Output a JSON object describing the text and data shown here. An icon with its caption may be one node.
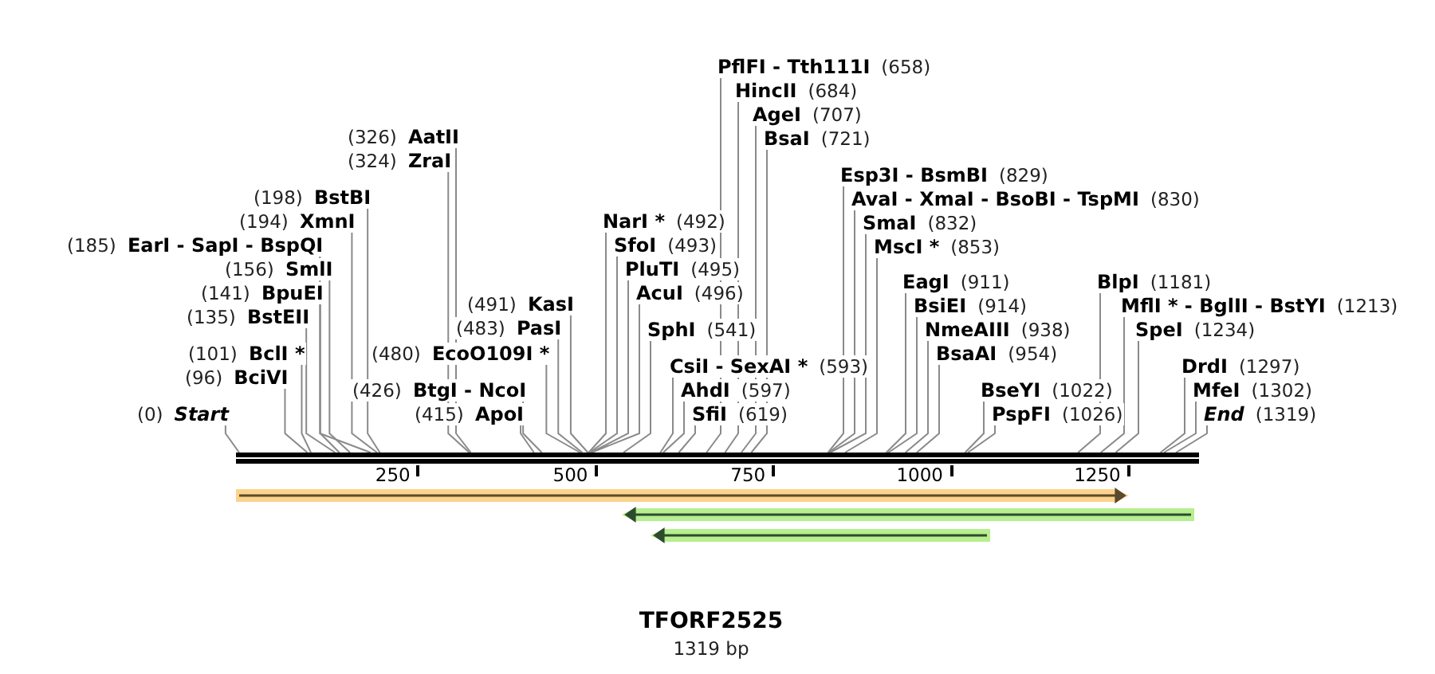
{
  "diagram": {
    "title": "TFORF2525",
    "caption": "1319 bp",
    "nodes": [
      {
        "text": [
          "(0)",
          "Start"
        ]
      },
      {
        "text": [
          "(96)",
          "BciVI"
        ]
      },
      {
        "text": [
          "(101)",
          "BclI *"
        ]
      },
      {
        "text": [
          "(135)",
          "BstEII"
        ]
      },
      {
        "text": [
          "(141)",
          "BpuEI"
        ]
      },
      {
        "text": [
          "(156)",
          "SmlI"
        ]
      },
      {
        "text": [
          "(185)",
          "EarI - SapI - BspQI"
        ]
      },
      {
        "text": [
          "(194)",
          "XmnI"
        ]
      },
      {
        "text": [
          "(198)",
          "BstBI"
        ]
      },
      {
        "text": [
          "(324)",
          "ZraI"
        ]
      },
      {
        "text": [
          "(326)",
          "AatII"
        ]
      },
      {
        "text": [
          "(415)",
          "ApoI"
        ]
      },
      {
        "text": [
          "(426)",
          "BtgI - NcoI"
        ]
      },
      {
        "text": [
          "(480)",
          "EcoO109I *"
        ]
      },
      {
        "text": [
          "(483)",
          "PasI"
        ]
      },
      {
        "text": [
          "(491)",
          "KasI"
        ]
      },
      {
        "text": [
          "NarI *",
          "(492)"
        ]
      },
      {
        "text": [
          "SfoI",
          "(493)"
        ]
      },
      {
        "text": [
          "PluTI",
          "(495)"
        ]
      },
      {
        "text": [
          "AcuI",
          "(496)"
        ]
      },
      {
        "text": [
          "SphI",
          "(541)"
        ]
      },
      {
        "text": [
          "CsiI - SexAI *",
          "(593)"
        ]
      },
      {
        "text": [
          "AhdI",
          "(597)"
        ]
      },
      {
        "text": [
          "SfiI",
          "(619)"
        ]
      },
      {
        "text": [
          "PflFI - Tth111I",
          "(658)"
        ]
      },
      {
        "text": [
          "HincII",
          "(684)"
        ]
      },
      {
        "text": [
          "AgeI",
          "(707)"
        ]
      },
      {
        "text": [
          "BsaI",
          "(721)"
        ]
      },
      {
        "text": [
          "Esp3I - BsmBI",
          "(829)"
        ]
      },
      {
        "text": [
          "AvaI - XmaI - BsoBI - TspMI",
          "(830)"
        ]
      },
      {
        "text": [
          "SmaI",
          "(832)"
        ]
      },
      {
        "text": [
          "MscI *",
          "(853)"
        ]
      },
      {
        "text": [
          "EagI",
          "(911)"
        ]
      },
      {
        "text": [
          "BsiEI",
          "(914)"
        ]
      },
      {
        "text": [
          "NmeAIII",
          "(938)"
        ]
      },
      {
        "text": [
          "BsaAI",
          "(954)"
        ]
      },
      {
        "text": [
          "BseYI",
          "(1022)"
        ]
      },
      {
        "text": [
          "PspFI",
          "(1026)"
        ]
      },
      {
        "text": [
          "BlpI",
          "(1181)"
        ]
      },
      {
        "text": [
          "MflI * - BglII - BstYI",
          "(1213)"
        ]
      },
      {
        "text": [
          "SpeI",
          "(1234)"
        ]
      },
      {
        "text": [
          "DrdI",
          "(1297)"
        ]
      },
      {
        "text": [
          "MfeI",
          "(1302)"
        ]
      },
      {
        "text": [
          "End",
          "(1319)"
        ]
      },
      {
        "text": [],
        "shape": "bar"
      }
    ],
    "edges": [
      {
        "from": 0,
        "to": 44,
        "arrow": "none"
      },
      {
        "from": 1,
        "to": 44,
        "arrow": "none"
      },
      {
        "from": 2,
        "to": 44,
        "arrow": "none"
      },
      {
        "from": 3,
        "to": 44,
        "arrow": "none"
      },
      {
        "from": 4,
        "to": 44,
        "arrow": "none"
      },
      {
        "from": 5,
        "to": 44,
        "arrow": "none"
      },
      {
        "from": 6,
        "to": 44,
        "arrow": "none"
      },
      {
        "from": 7,
        "to": 44,
        "arrow": "none"
      },
      {
        "from": 8,
        "to": 44,
        "arrow": "none"
      },
      {
        "from": 9,
        "to": 44,
        "arrow": "none"
      },
      {
        "from": 10,
        "to": 44,
        "arrow": "none"
      },
      {
        "from": 11,
        "to": 44,
        "arrow": "none"
      },
      {
        "from": 12,
        "to": 44,
        "arrow": "none"
      },
      {
        "from": 13,
        "to": 44,
        "arrow": "none"
      },
      {
        "from": 14,
        "to": 44,
        "arrow": "none"
      },
      {
        "from": 15,
        "to": 44,
        "arrow": "none"
      },
      {
        "from": 16,
        "to": 44,
        "arrow": "none"
      },
      {
        "from": 17,
        "to": 44,
        "arrow": "none"
      },
      {
        "from": 18,
        "to": 44,
        "arrow": "none"
      },
      {
        "from": 19,
        "to": 44,
        "arrow": "none"
      },
      {
        "from": 20,
        "to": 44,
        "arrow": "none"
      },
      {
        "from": 21,
        "to": 44,
        "arrow": "none"
      },
      {
        "from": 22,
        "to": 44,
        "arrow": "none"
      },
      {
        "from": 23,
        "to": 44,
        "arrow": "none"
      },
      {
        "from": 24,
        "to": 44,
        "arrow": "none"
      },
      {
        "from": 25,
        "to": 44,
        "arrow": "none"
      },
      {
        "from": 26,
        "to": 44,
        "arrow": "none"
      },
      {
        "from": 27,
        "to": 44,
        "arrow": "none"
      },
      {
        "from": 28,
        "to": 44,
        "arrow": "none"
      },
      {
        "from": 29,
        "to": 44,
        "arrow": "none"
      },
      {
        "from": 30,
        "to": 44,
        "arrow": "none"
      },
      {
        "from": 31,
        "to": 44,
        "arrow": "none"
      },
      {
        "from": 32,
        "to": 44,
        "arrow": "none"
      },
      {
        "from": 33,
        "to": 44,
        "arrow": "none"
      },
      {
        "from": 34,
        "to": 44,
        "arrow": "none"
      },
      {
        "from": 35,
        "to": 44,
        "arrow": "none"
      },
      {
        "from": 36,
        "to": 44,
        "arrow": "none"
      },
      {
        "from": 37,
        "to": 44,
        "arrow": "none"
      },
      {
        "from": 38,
        "to": 44,
        "arrow": "none"
      },
      {
        "from": 39,
        "to": 44,
        "arrow": "none"
      },
      {
        "from": 40,
        "to": 44,
        "arrow": "none"
      },
      {
        "from": 41,
        "to": 44,
        "arrow": "none"
      },
      {
        "from": 42,
        "to": 44,
        "arrow": "none"
      },
      {
        "from": 43,
        "to": 44,
        "arrow": "none"
      }
    ],
    "labels": [
      "250",
      "500",
      "750",
      "1000",
      "1250"
    ]
  }
}
